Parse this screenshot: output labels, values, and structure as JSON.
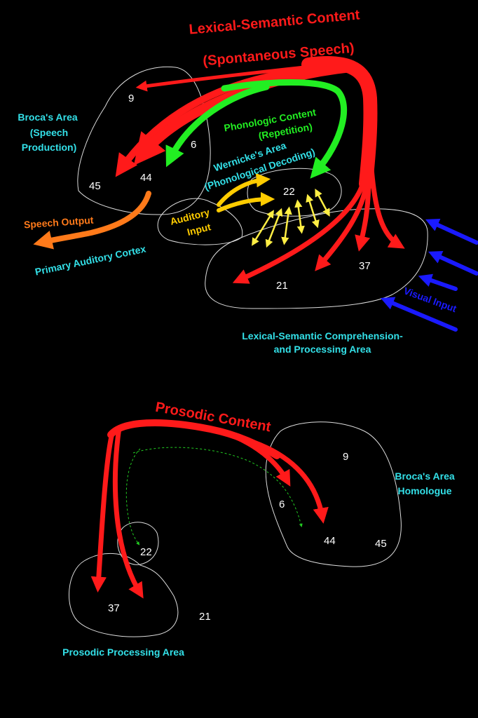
{
  "colors": {
    "background": "#000000",
    "lexical": "#ff1a1a",
    "phonologic": "#22ee22",
    "auditory": "#ffcc00",
    "speech_output": "#ff7a1a",
    "visual": "#1a1aff",
    "area_label": "#33e0e8",
    "region_outline": "#dddddd"
  },
  "top": {
    "title_line1": "Lexical-Semantic Content",
    "title_line2": "(Spontaneous Speech)",
    "phonologic_line1": "Phonologic Content",
    "phonologic_line2": "(Repetition)",
    "wernicke_line1": "Wernicke's Area",
    "wernicke_line2": "(Phonological Decoding)",
    "broca_line1": "Broca's Area",
    "broca_line2": "(Speech",
    "broca_line3": "Production)",
    "speech_output": "Speech Output",
    "auditory_line1": "Auditory",
    "auditory_line2": "Input",
    "primary_auditory": "Primary Auditory Cortex",
    "visual_input": "Visual Input",
    "comprehension_line1": "Lexical-Semantic Comprehension-",
    "comprehension_line2": "and Processing Area",
    "numbers": {
      "n9": "9",
      "n6": "6",
      "n45": "45",
      "n44": "44",
      "n22": "22",
      "n37": "37",
      "n21": "21"
    }
  },
  "bottom": {
    "title": "Prosodic Content",
    "broca_homologue_line1": "Broca's Area",
    "broca_homologue_line2": "Homologue",
    "prosodic_area": "Prosodic Processing Area",
    "numbers": {
      "n9": "9",
      "n6": "6",
      "n44": "44",
      "n45": "45",
      "n22": "22",
      "n37": "37",
      "n21": "21"
    }
  }
}
